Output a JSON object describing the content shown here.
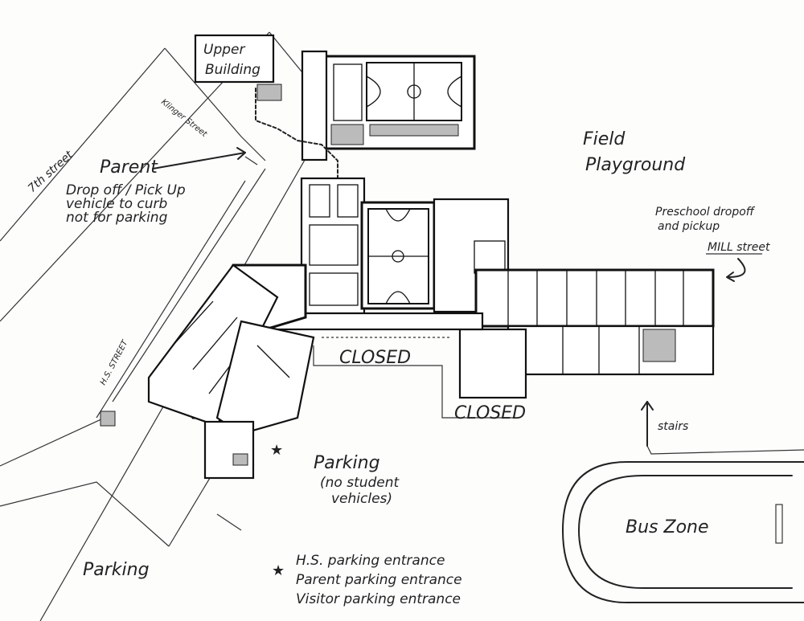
{
  "labels": {
    "upper_building": [
      "Upper",
      "Building"
    ],
    "klinger_street": "Klinger Street",
    "seventh_street": "7th street",
    "parent_title": "Parent",
    "parent_note": [
      "Drop off / Pick Up",
      "vehicle to curb",
      "not for parking"
    ],
    "field": "Field",
    "playground": "Playground",
    "preschool": [
      "Preschool dropoff",
      "and pickup"
    ],
    "mill_street": "MILL street",
    "closed_1": "CLOSED",
    "closed_2": "CLOSED",
    "stairs": "stairs",
    "parking_main": "Parking",
    "parking_note": [
      "(no student",
      "vehicles)"
    ],
    "parking_lower": "Parking",
    "bus_zone": "Bus Zone",
    "hs_street": "H.S. STREET"
  },
  "legend": {
    "symbol": "★",
    "entries": [
      "H.S. parking entrance",
      "Parent parking entrance",
      "Visitor parking entrance"
    ]
  },
  "colors": {
    "ink": "#222222",
    "paper": "#fdfdfc",
    "hatch": "#bbbbbb"
  },
  "icons": [
    "star-icon",
    "arrow-icon"
  ]
}
